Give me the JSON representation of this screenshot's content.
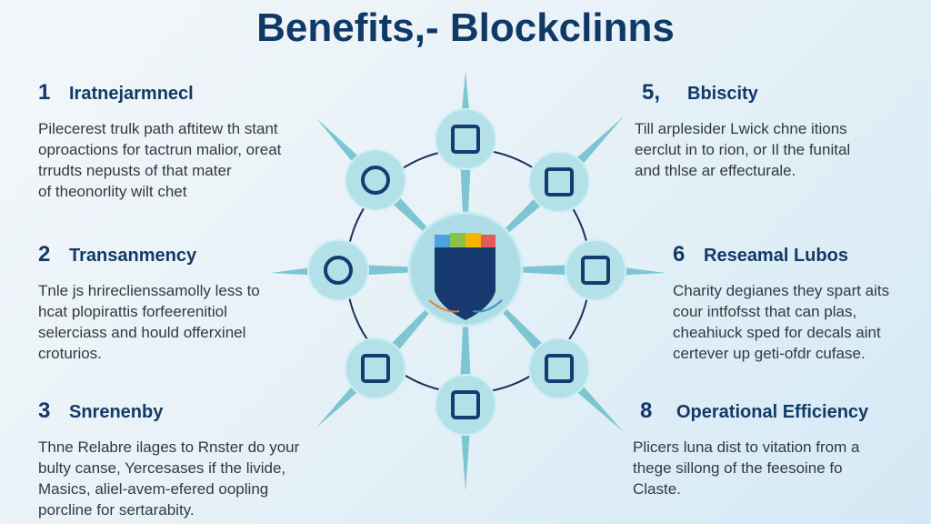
{
  "title": "Benefits,- Blockclinns",
  "benefits": [
    {
      "number": "1",
      "title": "Iratnejarmnecl",
      "lines": [
        "Pilecerest trulk path aftitew th stant",
        "oproactions for tactrun malior, oreat",
        "trrudts nepusts of that mater",
        "of theonorlity wilt chet"
      ]
    },
    {
      "number": "2",
      "title": "Transanmency",
      "lines": [
        "Tnle js hrireclienssamolly less to",
        "hcat plopirattis forfeerenitiol",
        "selerciass and hould offerxinel",
        "croturios."
      ]
    },
    {
      "number": "3",
      "title": "Snrenenby",
      "lines": [
        "Thne Relabre ilages to Rnster do your",
        "bulty canse, Yercesases if the livide,",
        "Masics, aliel-avem-efered oopling",
        "porcline for sertarabity."
      ]
    },
    {
      "number": "5,",
      "title": "Bbiscity",
      "lines": [
        "Till arplesider Lwick chne itions",
        "eerclut in to rion, or Il the funital",
        "and thlse ar effecturale."
      ]
    },
    {
      "number": "6",
      "title": "Reseamal Lubos",
      "lines": [
        "Charity degianes they spart aits",
        "cour intfofsst that can plas,",
        "cheahiuck sped for decals aint",
        "certever up geti-ofdr cufase."
      ]
    },
    {
      "number": "8",
      "title": "Operational Efficiency",
      "lines": [
        "Plicers luna dist to vitation from a",
        "thege sillong of the feesoine fo",
        "Claste."
      ]
    }
  ],
  "colors": {
    "title": "#103a66",
    "accent": "#7cc6d2",
    "node": "#b4e0e8",
    "icon": "#173a70",
    "ring": "#1b2f5c"
  }
}
